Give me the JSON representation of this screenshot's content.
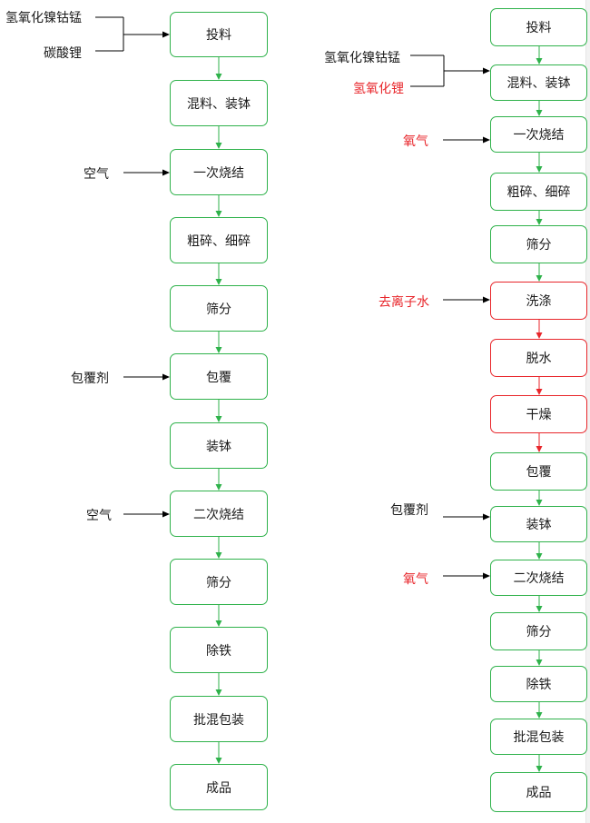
{
  "colors": {
    "green": "#2fb24b",
    "red": "#e8262b",
    "arrow_black": "#000000"
  },
  "left_flow": {
    "steps": [
      "投料",
      "混料、装钵",
      "一次烧结",
      "粗碎、细碎",
      "筛分",
      "包覆",
      "装钵",
      "二次烧结",
      "筛分",
      "除铁",
      "批混包装",
      "成品"
    ],
    "inputs": [
      {
        "texts": [
          "氢氧化镍钴锰",
          "碳酸锂"
        ],
        "target_step": 0,
        "color": "black"
      },
      {
        "texts": [
          "空气"
        ],
        "target_step": 2,
        "color": "black"
      },
      {
        "texts": [
          "包覆剂"
        ],
        "target_step": 5,
        "color": "black"
      },
      {
        "texts": [
          "空气"
        ],
        "target_step": 7,
        "color": "black"
      }
    ]
  },
  "right_flow": {
    "steps": [
      "投料",
      "混料、装钵",
      "一次烧结",
      "粗碎、细碎",
      "筛分",
      "洗涤",
      "脱水",
      "干燥",
      "包覆",
      "装钵",
      "二次烧结",
      "筛分",
      "除铁",
      "批混包装",
      "成品"
    ],
    "highlighted_steps": [
      5,
      6,
      7
    ],
    "inputs": [
      {
        "texts": [
          "氢氧化镍钴锰",
          "氢氧化锂"
        ],
        "text_colors": [
          "black",
          "red"
        ],
        "target_step": 1
      },
      {
        "texts": [
          "氧气"
        ],
        "text_colors": [
          "red"
        ],
        "target_step": 2
      },
      {
        "texts": [
          "去离子水"
        ],
        "text_colors": [
          "red"
        ],
        "target_step": 5
      },
      {
        "texts": [
          "包覆剂"
        ],
        "text_colors": [
          "black"
        ],
        "target_step": 9
      },
      {
        "texts": [
          "氧气"
        ],
        "text_colors": [
          "red"
        ],
        "target_step": 10
      }
    ]
  }
}
